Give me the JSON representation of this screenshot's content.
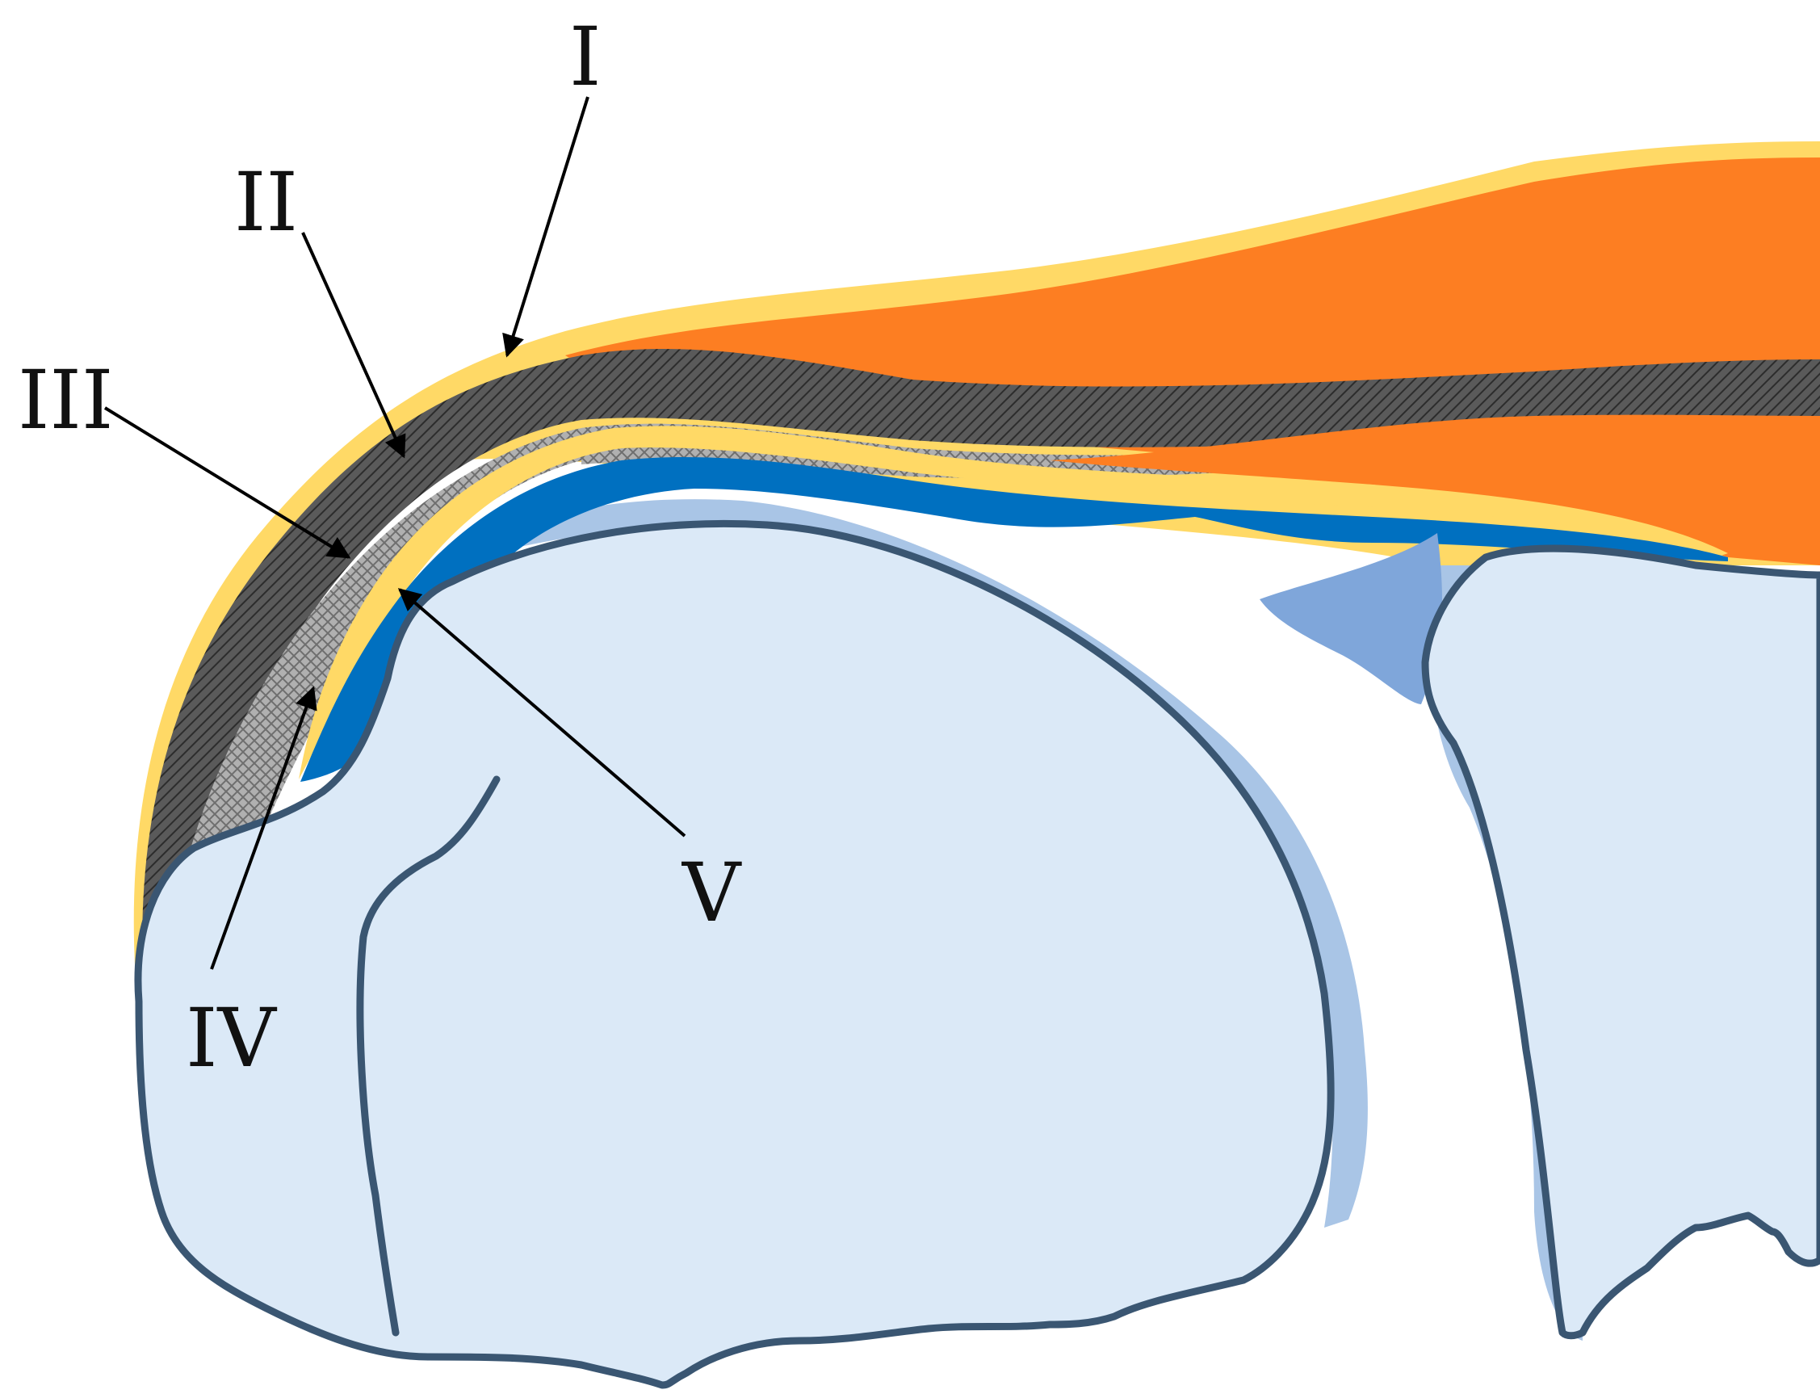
{
  "labels": {
    "I": "I",
    "II": "II",
    "III": "III",
    "IV": "IV",
    "V": "V"
  },
  "colors": {
    "background": "#ffffff",
    "outer_yellow": "#ffd966",
    "muscle_orange": "#fd7e22",
    "dark_hatch_base": "#5a5a5a",
    "light_hatch_base": "#a8a8a8",
    "inner_yellow": "#ffd966",
    "blue_layer": "#0070c0",
    "bone_fill": "#dbe9f7",
    "bone_shadow": "#a9c5e6",
    "bone_outline": "#3a5672",
    "wedge": "#7fa6da",
    "arrow": "#000000"
  }
}
